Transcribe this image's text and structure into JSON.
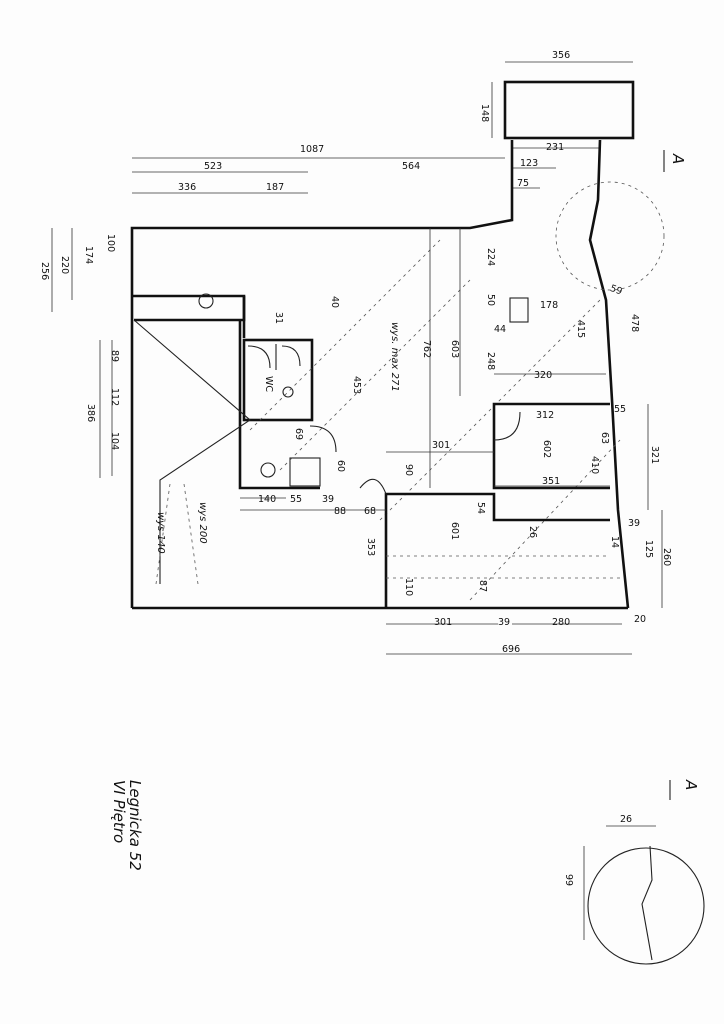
{
  "title": {
    "line1": "Legnicka 52",
    "line2": "VI Piętro"
  },
  "section_marks": {
    "top": "A",
    "bottom": "A"
  },
  "room_labels": {
    "wc": "WC",
    "height_max": "wys. max 271",
    "height_140": "wys 140",
    "height_200": "wys 200"
  },
  "dimensions": {
    "d356": "356",
    "d148": "148",
    "d1087": "1087",
    "d523": "523",
    "d564": "564",
    "d231": "231",
    "d123": "123",
    "d75": "75",
    "d336": "336",
    "d187": "187",
    "d100": "100",
    "d174": "174",
    "d220": "220",
    "d256": "256",
    "d224": "224",
    "d59": "59",
    "d478": "478",
    "d50": "50",
    "d178": "178",
    "d44": "44",
    "d415": "415",
    "d31": "31",
    "d40": "40",
    "d89": "89",
    "d112": "112",
    "d386": "386",
    "d104": "104",
    "d603": "603",
    "d762": "762",
    "d248": "248",
    "d453": "453",
    "d320": "320",
    "d312": "312",
    "d55a": "55",
    "d69": "69",
    "d301a": "301",
    "d602": "602",
    "d63": "63",
    "d410": "410",
    "d321": "321",
    "d60": "60",
    "d90": "90",
    "d351": "351",
    "d140": "140",
    "d55b": "55",
    "d39a": "39",
    "d88": "88",
    "d68": "68",
    "d54": "54",
    "d601": "601",
    "d26": "26",
    "d39b": "39",
    "d14": "14",
    "d125": "125",
    "d260": "260",
    "d353": "353",
    "d110": "110",
    "d87": "87",
    "d301b": "301",
    "d39c": "39",
    "d280": "280",
    "d20": "20",
    "d696": "696",
    "detail_26": "26",
    "detail_99": "99"
  }
}
